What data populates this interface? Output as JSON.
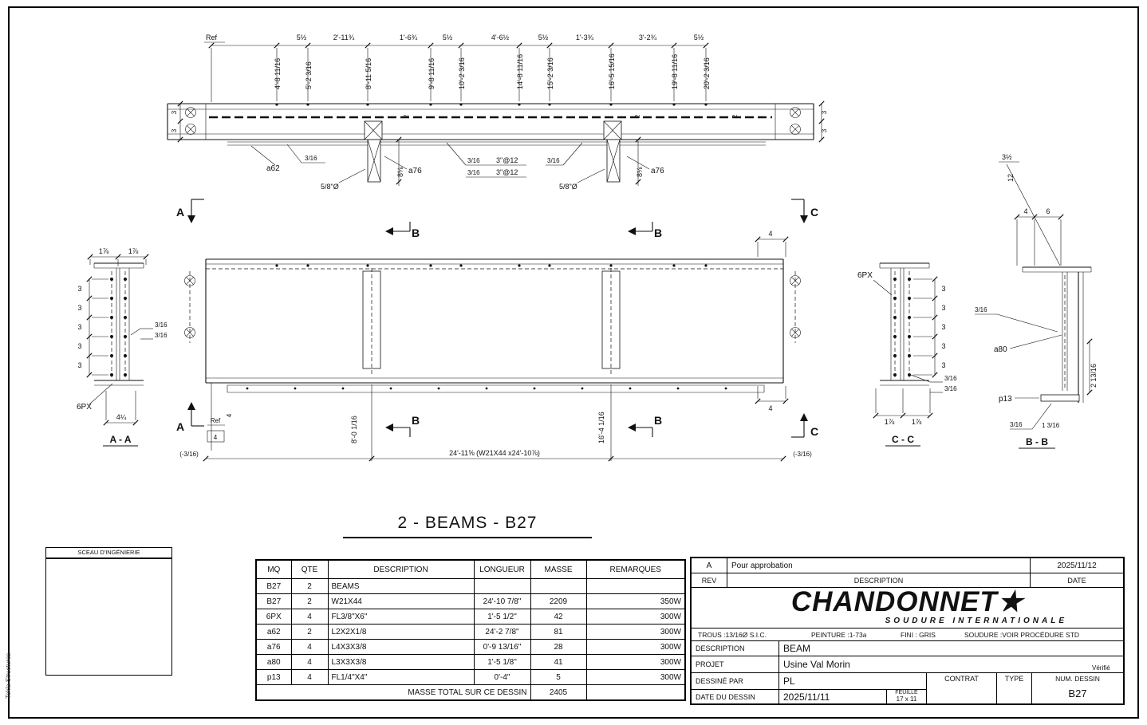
{
  "sheet": {
    "watermark": "Tekla Structures"
  },
  "drawing_title": "2 - BEAMS - B27",
  "seal": {
    "header": "SCEAU D'INGÉNIERIE"
  },
  "plan": {
    "ref": "Ref",
    "dims_top": [
      "5½",
      "2'-11¾",
      "1'-6¾",
      "5½",
      "4'-6½",
      "5½",
      "1'-3¾",
      "3'-2¾",
      "5½"
    ],
    "dims_rot": [
      "4'-8 11/16",
      "5'-2 3/16",
      "8'-11 5/16",
      "9'-8 11/16",
      "10'-2 3/16",
      "14'-8 11/16",
      "15'-2 3/16",
      "16'-5 15/16",
      "19'-8 11/16",
      "20'-2 3/16"
    ],
    "gauge": "3",
    "offset2": "2",
    "drop": "8⅛",
    "a62": "a62",
    "a76": "a76",
    "weld": "3/16",
    "hole": "5/8\"Ø",
    "pitch": "3\"@12"
  },
  "elev": {
    "sec_a": "A",
    "sec_b": "B",
    "sec_c": "C",
    "ref": "Ref",
    "d4": "4",
    "d_left": "8'-0 1/16",
    "d_right": "16'-4 1/16",
    "total": "24'-11⅝ (W21X44 x24'-10⅞)",
    "camber": "(-3/16)"
  },
  "sec_a": {
    "d178": "1⅞",
    "d3": "3",
    "weld": "3/16",
    "px": "6PX",
    "d414": "4¼",
    "title": "A - A"
  },
  "sec_c": {
    "px": "6PX",
    "d3": "3",
    "weld": "3/16",
    "d178": "1⅞",
    "title": "C - C"
  },
  "sec_b": {
    "d312": "3½",
    "d12": "12",
    "d4": "4",
    "d6": "6",
    "a80": "a80",
    "p13": "p13",
    "d21316": "2 13/16",
    "weld": "3/16",
    "d1316": "1 3/16",
    "title": "B - B"
  },
  "bom": {
    "headers": [
      "MQ",
      "QTE",
      "DESCRIPTION",
      "LONGUEUR",
      "MASSE",
      "REMARQUES"
    ],
    "rows": [
      [
        "B27",
        "2",
        "BEAMS",
        "",
        "",
        ""
      ],
      [
        "B27",
        "2",
        "W21X44",
        "24'-10 7/8\"",
        "2209",
        "350W"
      ],
      [
        "6PX",
        "4",
        "FL3/8\"X6\"",
        "1'-5 1/2\"",
        "42",
        "300W"
      ],
      [
        "a62",
        "2",
        "L2X2X1/8",
        "24'-2 7/8\"",
        "81",
        "300W"
      ],
      [
        "a76",
        "4",
        "L4X3X3/8",
        "0'-9 13/16\"",
        "28",
        "300W"
      ],
      [
        "a80",
        "4",
        "L3X3X3/8",
        "1'-5 1/8\"",
        "41",
        "300W"
      ],
      [
        "p13",
        "4",
        "FL1/4\"X4\"",
        "0'-4\"",
        "5",
        "300W"
      ]
    ],
    "total_label": "MASSE TOTAL SUR CE DESSIN",
    "total_value": "2405"
  },
  "titleblock": {
    "rev_row": {
      "rev": "A",
      "description": "Pour approbation",
      "date": "2025/11/12"
    },
    "rev_headers": {
      "rev": "REV",
      "description": "DESCRIPTION",
      "date": "DATE"
    },
    "logo": {
      "name": "CHANDONNET",
      "star": "★",
      "subtitle": "SOUDURE INTERNATIONALE"
    },
    "specs": {
      "holes": "TROUS :13/16Ø S.I.C.",
      "paint": "PEINTURE :1-73a",
      "finish": "FINI : GRIS",
      "weld": "SOUDURE :VOIR PROCÉDURE STD"
    },
    "fields": {
      "description_label": "DESCRIPTION",
      "description": "BEAM",
      "project_label": "PROJET",
      "project": "Usine Val Morin",
      "verified": "Vérifié",
      "drawn_label": "DESSINÉ PAR",
      "drawn": "PL",
      "contract_label": "CONTRAT",
      "type_label": "TYPE",
      "num_label": "NUM. DESSIN",
      "date_label": "DATE DU DESSIN",
      "date": "2025/11/11",
      "sheet_label": "FEUILLE",
      "sheet_size": "17 x 11",
      "num": "B27"
    }
  }
}
